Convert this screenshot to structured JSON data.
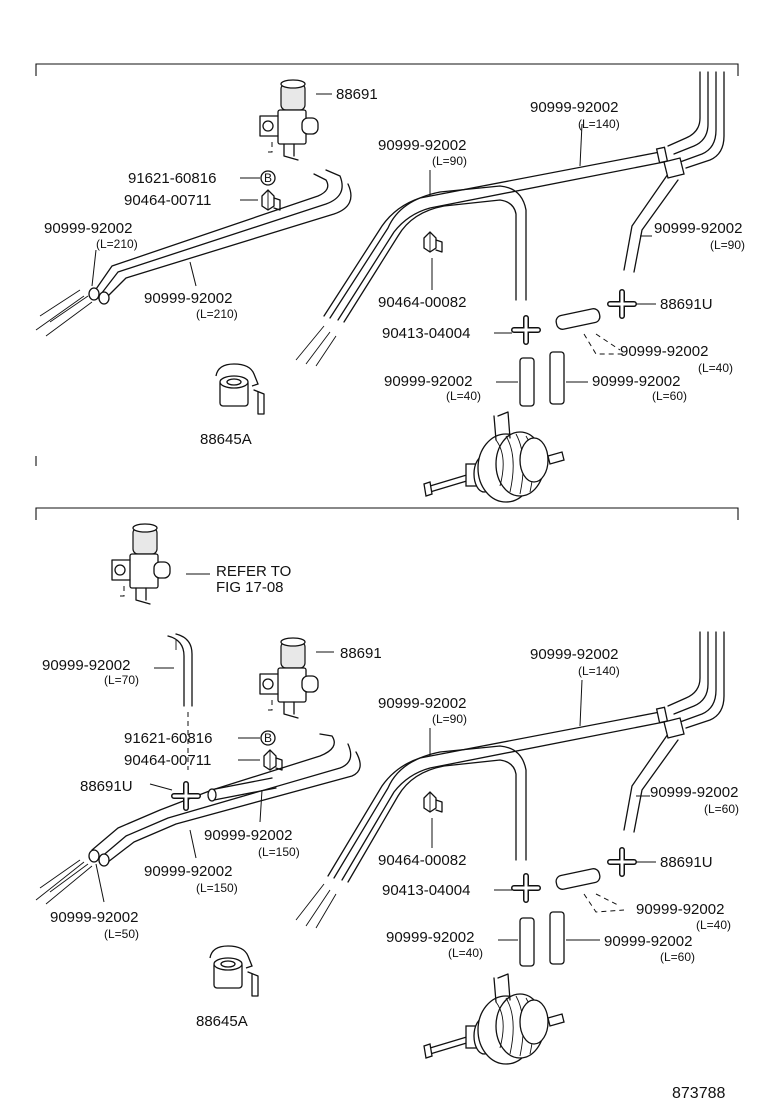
{
  "diagram_number": "873788",
  "upper": {
    "labels": {
      "solenoid_valve": "88691",
      "bolt": "91621-60816",
      "clamp_left": "90464-00711",
      "hose_left_outer": "90999-92002",
      "hose_left_outer_len": "(L=210)",
      "hose_left_inner": "90999-92002",
      "hose_left_inner_len": "(L=210)",
      "vacuum_tank": "88645A",
      "hose_long": "90999-92002",
      "hose_long_len": "(L=140)",
      "hose_mid": "90999-92002",
      "hose_mid_len": "(L=90)",
      "hose_right": "90999-92002",
      "hose_right_len": "(L=90)",
      "clamp_mid": "90464-00082",
      "union": "90413-04004",
      "tee": "88691U",
      "hose_tee": "90999-92002",
      "hose_tee_len": "(L=40)",
      "hose_act_left": "90999-92002",
      "hose_act_left_len": "(L=40)",
      "hose_act_right": "90999-92002",
      "hose_act_right_len": "(L=60)"
    }
  },
  "lower": {
    "labels": {
      "refer": "REFER TO",
      "refer_fig": "FIG 17-08",
      "hose_refer": "90999-92002",
      "hose_refer_len": "(L=70)",
      "solenoid_valve": "88691",
      "bolt": "91621-60816",
      "clamp_left": "90464-00711",
      "tee_left": "88691U",
      "hose_left_upper": "90999-92002",
      "hose_left_upper_len": "(L=150)",
      "hose_left_lower": "90999-92002",
      "hose_left_lower_len": "(L=150)",
      "hose_left_end": "90999-92002",
      "hose_left_end_len": "(L=50)",
      "vacuum_tank": "88645A",
      "hose_long": "90999-92002",
      "hose_long_len": "(L=140)",
      "hose_mid": "90999-92002",
      "hose_mid_len": "(L=90)",
      "hose_right": "90999-92002",
      "hose_right_len": "(L=60)",
      "clamp_mid": "90464-00082",
      "union": "90413-04004",
      "tee": "88691U",
      "hose_tee": "90999-92002",
      "hose_tee_len": "(L=40)",
      "hose_act_left": "90999-92002",
      "hose_act_left_len": "(L=40)",
      "hose_act_right": "90999-92002",
      "hose_act_right_len": "(L=60)"
    }
  }
}
